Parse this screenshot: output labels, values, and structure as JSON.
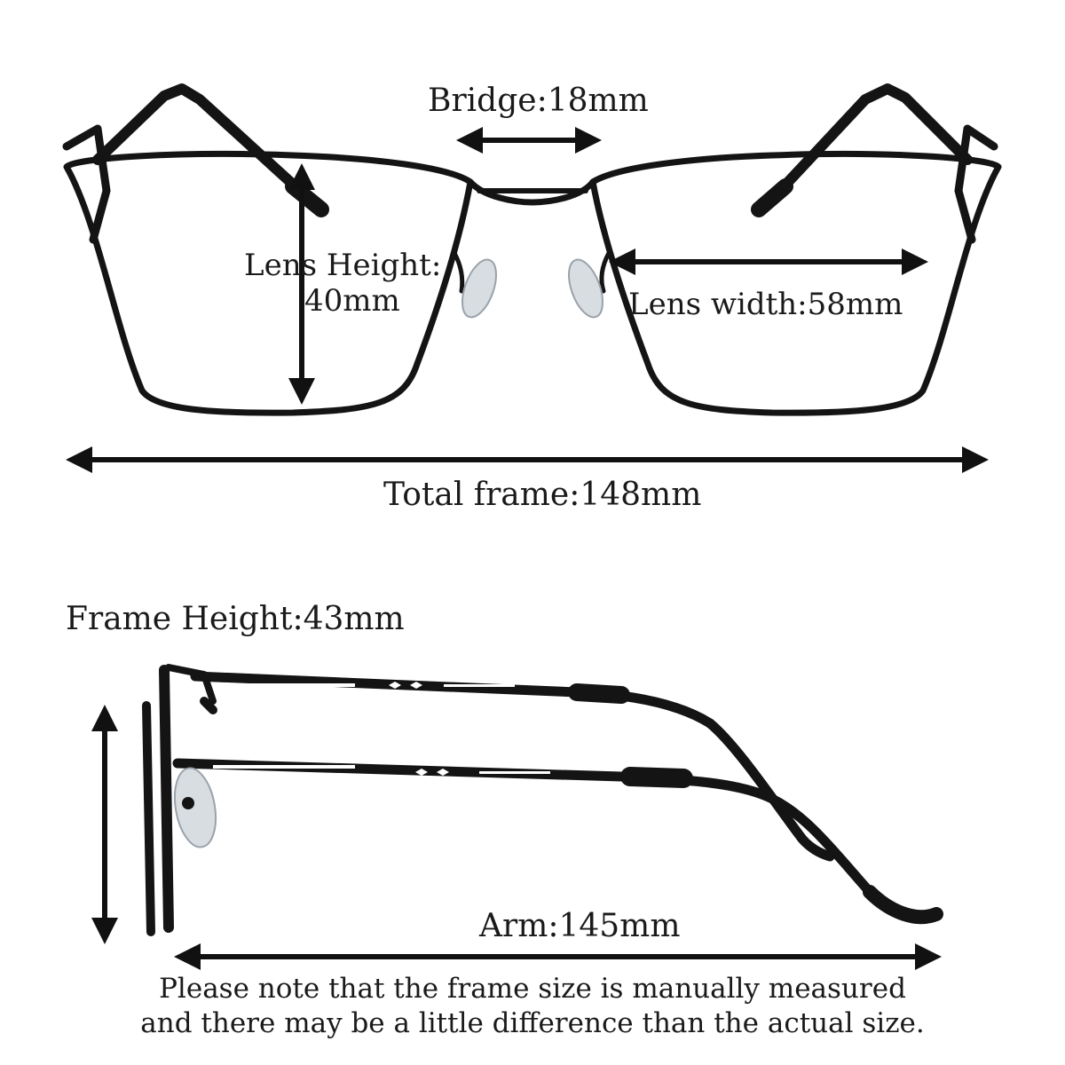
{
  "labels": {
    "bridge": "Bridge:18mm",
    "lens_height_line1": "Lens Height:",
    "lens_height_line2": "40mm",
    "lens_width": "Lens width:58mm",
    "total_frame": "Total frame:148mm",
    "frame_height": "Frame Height:43mm",
    "arm": "Arm:145mm"
  },
  "note": {
    "line1": "Please note that  the frame size is manually measured",
    "line2": "and there may be a little difference than the actual size."
  },
  "colors": {
    "frame": "#141414",
    "arrow": "#111111",
    "pad": "#d8dde2",
    "text": "#1a1a1a"
  }
}
